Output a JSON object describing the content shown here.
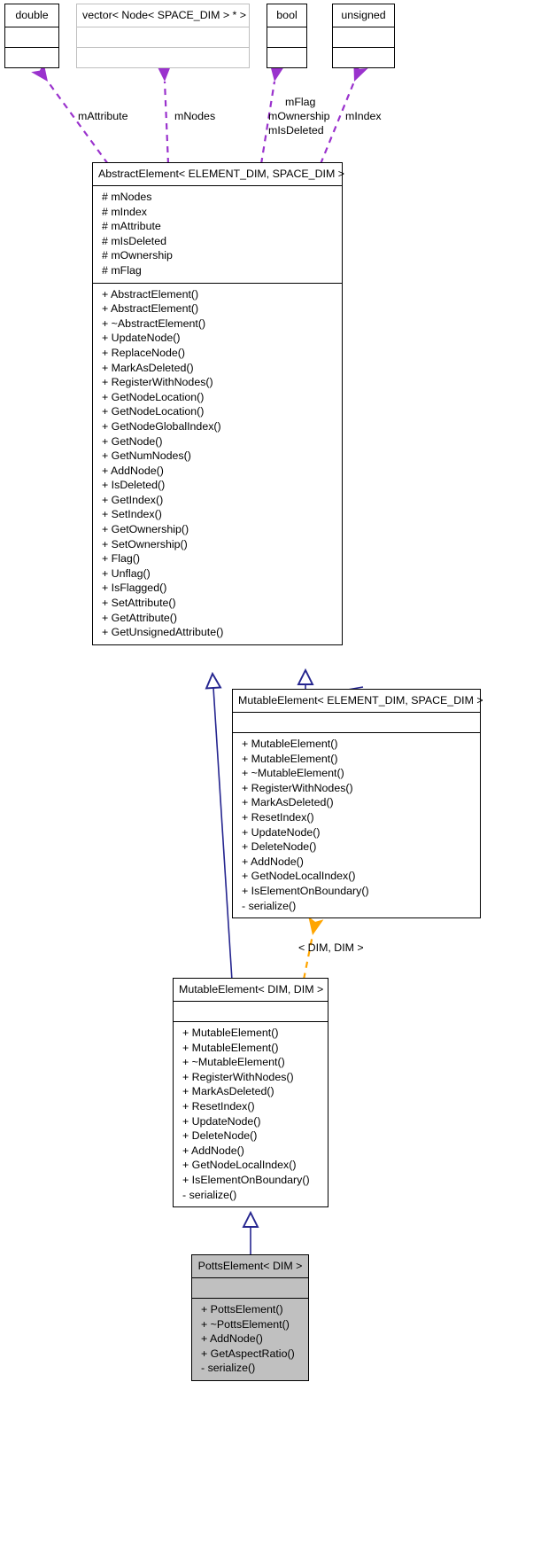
{
  "diagram": {
    "type": "uml-class-diagram",
    "background": "#ffffff",
    "colors": {
      "inheritance_edge": "#25258f",
      "usage_edge": "#9a32cd",
      "template_edge": "#ffa500",
      "box_border": "#000000",
      "faded_border": "#bfbfbf",
      "highlight_fill": "#c0c0c0"
    }
  },
  "boxes": {
    "double": {
      "title": "double",
      "attributes": [],
      "operations": []
    },
    "vector_node": {
      "title": "vector< Node< SPACE_DIM > * >",
      "attributes": [],
      "operations": []
    },
    "bool": {
      "title": "bool",
      "attributes": [],
      "operations": []
    },
    "unsigned": {
      "title": "unsigned",
      "attributes": [],
      "operations": []
    },
    "abstract_element": {
      "title": "AbstractElement< ELEMENT_DIM, SPACE_DIM >",
      "attributes": [
        "# mNodes",
        "# mIndex",
        "# mAttribute",
        "# mIsDeleted",
        "# mOwnership",
        "# mFlag"
      ],
      "operations": [
        "+ AbstractElement()",
        "+ AbstractElement()",
        "+ ~AbstractElement()",
        "+ UpdateNode()",
        "+ ReplaceNode()",
        "+ MarkAsDeleted()",
        "+ RegisterWithNodes()",
        "+ GetNodeLocation()",
        "+ GetNodeLocation()",
        "+ GetNodeGlobalIndex()",
        "+ GetNode()",
        "+ GetNumNodes()",
        "+ AddNode()",
        "+ IsDeleted()",
        "+ GetIndex()",
        "+ SetIndex()",
        "+ GetOwnership()",
        "+ SetOwnership()",
        "+ Flag()",
        "+ Unflag()",
        "+ IsFlagged()",
        "+ SetAttribute()",
        "+ GetAttribute()",
        "+ GetUnsignedAttribute()"
      ]
    },
    "mutable_element_generic": {
      "title": "MutableElement< ELEMENT_DIM, SPACE_DIM >",
      "attributes": [],
      "operations": [
        "+ MutableElement()",
        "+ MutableElement()",
        "+ ~MutableElement()",
        "+ RegisterWithNodes()",
        "+ MarkAsDeleted()",
        "+ ResetIndex()",
        "+ UpdateNode()",
        "+ DeleteNode()",
        "+ AddNode()",
        "+ GetNodeLocalIndex()",
        "+ IsElementOnBoundary()",
        "- serialize()"
      ]
    },
    "mutable_element_dim": {
      "title": "MutableElement< DIM, DIM >",
      "attributes": [],
      "operations": [
        "+ MutableElement()",
        "+ MutableElement()",
        "+ ~MutableElement()",
        "+ RegisterWithNodes()",
        "+ MarkAsDeleted()",
        "+ ResetIndex()",
        "+ UpdateNode()",
        "+ DeleteNode()",
        "+ AddNode()",
        "+ GetNodeLocalIndex()",
        "+ IsElementOnBoundary()",
        "- serialize()"
      ]
    },
    "potts_element": {
      "title": "PottsElement< DIM >",
      "attributes": [],
      "operations": [
        "+ PottsElement()",
        "+ ~PottsElement()",
        "+ AddNode()",
        "+ GetAspectRatio()",
        "- serialize()"
      ]
    }
  },
  "edge_labels": {
    "m_attribute": "mAttribute",
    "m_nodes": "mNodes",
    "m_flag": "mFlag",
    "m_ownership": "mOwnership",
    "m_is_deleted": "mIsDeleted",
    "m_index": "mIndex",
    "dim_dim": "< DIM, DIM >"
  }
}
